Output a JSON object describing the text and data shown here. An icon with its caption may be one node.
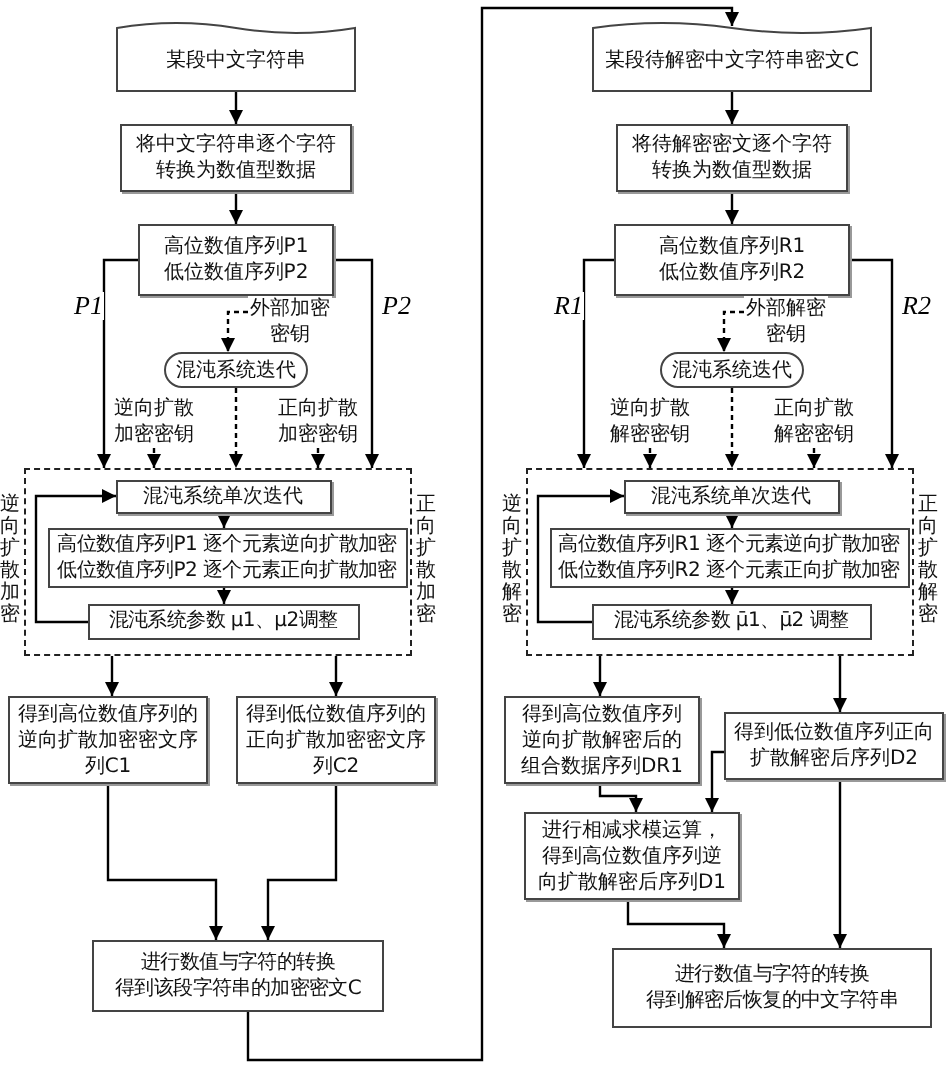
{
  "diagram": {
    "nodes": [
      {
        "text": [
          "某段中文字符串"
        ]
      },
      {
        "text": [
          "将中文字符串逐个字符转换为数值型数据"
        ]
      },
      {
        "text": [
          "高位数值序列P1 低位数值序列P2"
        ]
      },
      {
        "text": [
          "外部加密密钥"
        ]
      },
      {
        "text": [
          "混沌系统迭代"
        ]
      },
      {
        "text": [
          "逆向扩散加密密钥"
        ]
      },
      {
        "text": [
          "正向扩散加密密钥"
        ]
      },
      {
        "text": [],
        "shape": "box",
        "beside": [
          "逆向扩散加密",
          "正向扩散加密"
        ]
      },
      {
        "text": [
          "混沌系统单次迭代"
        ],
        "in": 7
      },
      {
        "text": [
          "高位数值序列P1 逐个元素逆向扩散加密",
          "低位数值序列P2 逐个元素正向扩散加密"
        ],
        "in": 7
      },
      {
        "text": [
          "混沌系统参数 μ1、μ2调整"
        ],
        "in": 7
      },
      {
        "text": [
          "得到高位数值序列的逆向扩散加密密文序列C1"
        ]
      },
      {
        "text": [
          "得到低位数值序列的正向扩散加密密文序列C2"
        ]
      },
      {
        "text": [
          "进行数值与字符的转换",
          "得到该段字符串的加密密文C"
        ]
      },
      {
        "text": [
          "某段待解密中文字符串密文C"
        ]
      },
      {
        "text": [
          "将待解密密文逐个字符转换为数值型数据"
        ]
      },
      {
        "text": [
          "高位数值序列R1 低位数值序列R2"
        ]
      },
      {
        "text": [
          "外部解密密钥"
        ]
      },
      {
        "text": [
          "混沌系统迭代"
        ]
      },
      {
        "text": [
          "逆向扩散解密密钥"
        ]
      },
      {
        "text": [
          "正向扩散解密密钥"
        ]
      },
      {
        "text": [],
        "shape": "box",
        "beside": [
          "逆向扩散解密",
          "正向扩散解密"
        ]
      },
      {
        "text": [
          "混沌系统单次迭代"
        ],
        "in": 21
      },
      {
        "text": [
          "高位数值序列R1 逐个元素逆向扩散加密",
          "低位数值序列R2 逐个元素正向扩散加密"
        ],
        "in": 21
      },
      {
        "text": [
          "混沌系统参数 μ̄1、μ̄2 调整"
        ],
        "in": 21
      },
      {
        "text": [
          "得到高位数值序列逆向扩散解密后的组合数据序列DR1"
        ]
      },
      {
        "text": [
          "得到低位数值序列正向扩散解密后序列D2"
        ]
      },
      {
        "text": [
          "进行相减求模运算，得到高位数值序列逆向扩散解密后序列D1"
        ]
      },
      {
        "text": [
          "进行数值与字符的转换",
          "得到解密后恢复的中文字符串"
        ]
      }
    ],
    "edges": [
      {
        "from": 0,
        "to": 1,
        "arrow": "to"
      },
      {
        "from": 1,
        "to": 2,
        "arrow": "to"
      },
      {
        "from": 2,
        "to": 7,
        "arrow": "to",
        "label": "P1"
      },
      {
        "from": 2,
        "to": 7,
        "arrow": "to",
        "label": "P2"
      },
      {
        "from": 3,
        "to": 4,
        "arrow": "to",
        "style": "dashed"
      },
      {
        "from": 4,
        "to": 7,
        "arrow": "to",
        "style": "dashed"
      },
      {
        "from": 5,
        "to": 7,
        "arrow": "to",
        "style": "dashed"
      },
      {
        "from": 6,
        "to": 7,
        "arrow": "to",
        "style": "dashed"
      },
      {
        "from": 8,
        "to": 9,
        "arrow": "to"
      },
      {
        "from": 9,
        "to": 10,
        "arrow": "to"
      },
      {
        "from": 10,
        "to": 8,
        "arrow": "to"
      },
      {
        "from": 7,
        "to": 11,
        "arrow": "to"
      },
      {
        "from": 7,
        "to": 12,
        "arrow": "to"
      },
      {
        "from": 11,
        "to": 13,
        "arrow": "to"
      },
      {
        "from": 12,
        "to": 13,
        "arrow": "to"
      },
      {
        "from": 13,
        "to": 14,
        "arrow": "to"
      },
      {
        "from": 14,
        "to": 15,
        "arrow": "to"
      },
      {
        "from": 15,
        "to": 16,
        "arrow": "to"
      },
      {
        "from": 16,
        "to": 21,
        "arrow": "to",
        "label": "R1"
      },
      {
        "from": 16,
        "to": 21,
        "arrow": "to",
        "label": "R2"
      },
      {
        "from": 17,
        "to": 18,
        "arrow": "to",
        "style": "dashed"
      },
      {
        "from": 18,
        "to": 21,
        "arrow": "to",
        "style": "dashed"
      },
      {
        "from": 19,
        "to": 21,
        "arrow": "to",
        "style": "dashed"
      },
      {
        "from": 20,
        "to": 21,
        "arrow": "to",
        "style": "dashed"
      },
      {
        "from": 22,
        "to": 23,
        "arrow": "to"
      },
      {
        "from": 23,
        "to": 24,
        "arrow": "to"
      },
      {
        "from": 24,
        "to": 22,
        "arrow": "to"
      },
      {
        "from": 21,
        "to": 25,
        "arrow": "to"
      },
      {
        "from": 21,
        "to": 26,
        "arrow": "to"
      },
      {
        "from": 25,
        "to": 27,
        "arrow": "to"
      },
      {
        "from": 26,
        "to": 27,
        "arrow": "to"
      },
      {
        "from": 27,
        "to": 28,
        "arrow": "to"
      },
      {
        "from": 26,
        "to": 28,
        "arrow": "to"
      }
    ]
  }
}
